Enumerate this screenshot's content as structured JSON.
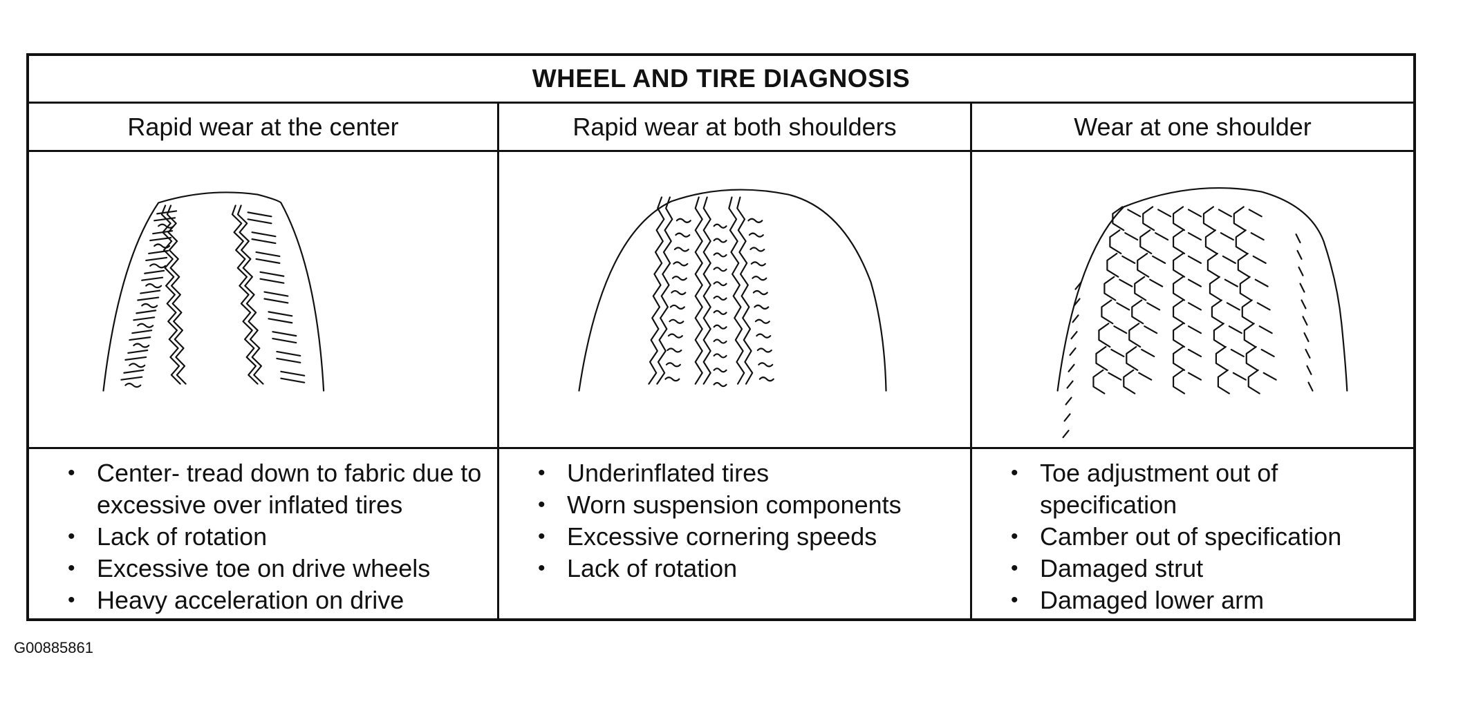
{
  "title": "WHEEL AND TIRE DIAGNOSIS",
  "columns": [
    {
      "heading": "Rapid wear at the center",
      "figure": "tire-center-wear-icon",
      "causes": [
        "Center- tread down to fabric due to excessive over inflated tires",
        "Lack of rotation",
        "Excessive toe on drive wheels",
        "Heavy acceleration on drive"
      ]
    },
    {
      "heading": "Rapid wear at both shoulders",
      "figure": "tire-shoulder-wear-icon",
      "causes": [
        "Underinflated tires",
        "Worn suspension components",
        "Excessive cornering speeds",
        "Lack of rotation"
      ]
    },
    {
      "heading": "Wear at one shoulder",
      "figure": "tire-one-shoulder-wear-icon",
      "causes": [
        "Toe adjustment out of specification",
        "Camber out of specification",
        "Damaged strut",
        "Damaged lower arm"
      ]
    }
  ],
  "figure_id": "G00885861"
}
